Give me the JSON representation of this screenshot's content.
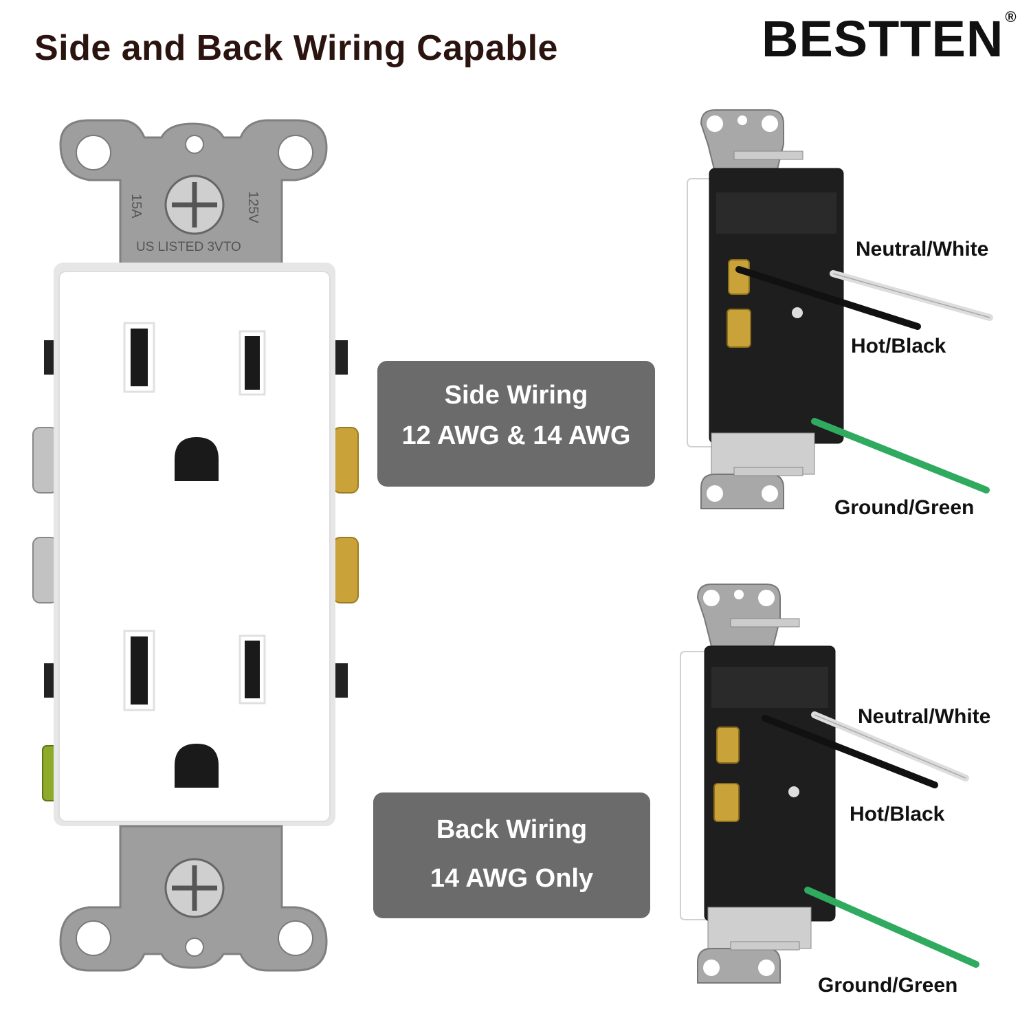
{
  "header": {
    "headline": "Side and Back Wiring Capable",
    "brand": "BESTTEN",
    "brand_mark": "®"
  },
  "outlet": {
    "strap_marks": [
      "15A",
      "125V",
      "US LISTED 3VTO"
    ]
  },
  "side_wiring": {
    "title": "Side Wiring",
    "gauge": "12 AWG & 14 AWG",
    "wires": [
      "Neutral/White",
      "Hot/Black",
      "Ground/Green"
    ]
  },
  "back_wiring": {
    "title": "Back Wiring",
    "gauge": "14 AWG Only",
    "wires": [
      "Neutral/White",
      "Hot/Black",
      "Ground/Green"
    ]
  },
  "colors": {
    "label_bg": "#6b6b6b",
    "strap": "#9e9e9e",
    "brass": "#c9a23a",
    "wire_green": "#2faa5e",
    "wire_black": "#111111",
    "wire_white": "#eeeeee"
  }
}
